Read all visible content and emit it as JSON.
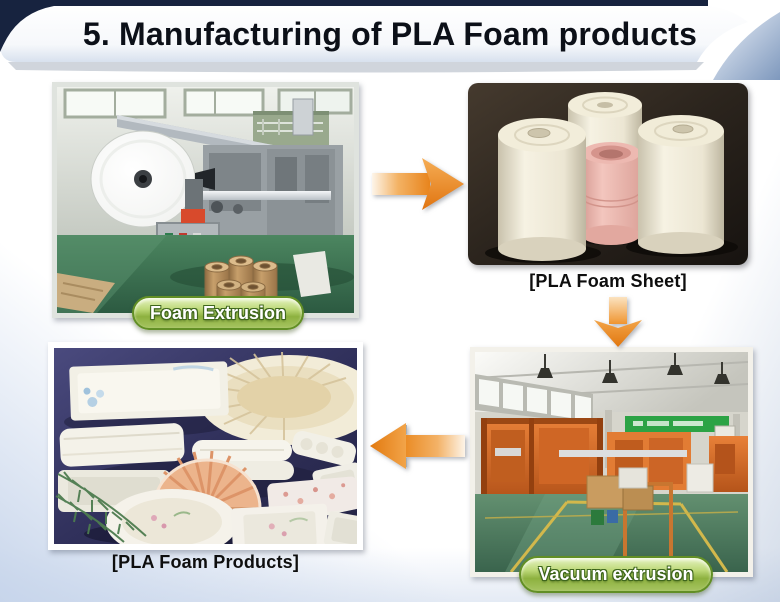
{
  "header": {
    "title": "5. Manufacturing of PLA Foam products"
  },
  "process": {
    "steps": [
      {
        "id": "foam-extrusion",
        "photo": "foam-extrusion-machine-photo",
        "label": "Foam Extrusion",
        "label_type": "badge"
      },
      {
        "id": "pla-foam-sheet",
        "photo": "pla-foam-sheet-rolls-photo",
        "label": "[PLA Foam Sheet]",
        "label_type": "caption"
      },
      {
        "id": "vacuum-extrusion",
        "photo": "vacuum-extrusion-factory-photo",
        "label": "Vacuum extrusion",
        "label_type": "badge"
      },
      {
        "id": "pla-foam-products",
        "photo": "pla-foam-products-photo",
        "label": "[PLA Foam Products]",
        "label_type": "caption"
      }
    ],
    "arrows": [
      "arrow-right-icon",
      "arrow-down-icon",
      "arrow-left-icon"
    ]
  },
  "colors": {
    "header_navy": "#17233f",
    "banner_corner_blue": "#8ca3c4",
    "badge_green": "#8db13f",
    "badge_border_green": "#628f25",
    "arrow_orange": "#e8841c",
    "title_text": "#0c1018",
    "caption_text": "#0e0e0e",
    "bottom_gradient_blue": "#c7d5eb"
  }
}
